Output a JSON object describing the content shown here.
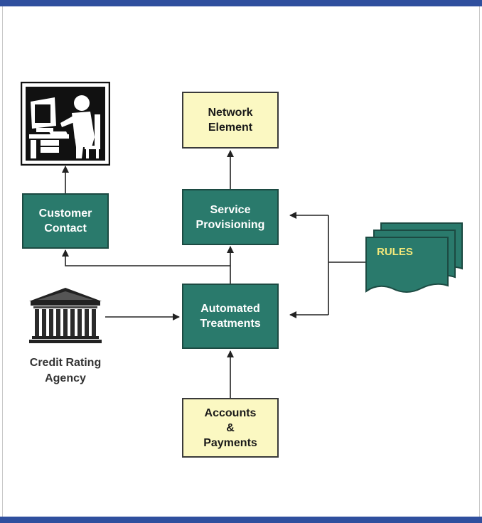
{
  "diagram": {
    "nodes": {
      "network_element": {
        "label": "Network\nElement"
      },
      "service_provisioning": {
        "label": "Service\nProvisioning"
      },
      "customer_contact": {
        "label": "Customer\nContact"
      },
      "automated_treatments": {
        "label": "Automated\nTreatments"
      },
      "accounts_payments": {
        "label": "Accounts\n&\nPayments"
      },
      "rules": {
        "label": "RULES"
      },
      "credit_rating_agency": {
        "label": "Credit Rating\nAgency"
      }
    },
    "icons": [
      "agent-workstation-icon",
      "bank-building-icon",
      "documents-stack-icon"
    ],
    "colors": {
      "teal": "#2a7a6c",
      "cream": "#fbf8c2",
      "frame_blue": "#2f4f9e",
      "rules_text": "#f4e97a"
    }
  }
}
